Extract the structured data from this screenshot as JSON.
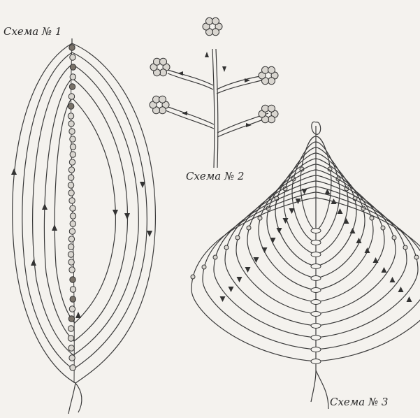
{
  "captions": {
    "scheme1": "Схема № 1",
    "scheme2": "Схема № 2",
    "scheme3": "Схема № 3"
  },
  "colors": {
    "background": "#f4f2ee",
    "line": "#3a3a3a",
    "bead_light": "#d9d6d0",
    "bead_dark": "#7a736a"
  }
}
